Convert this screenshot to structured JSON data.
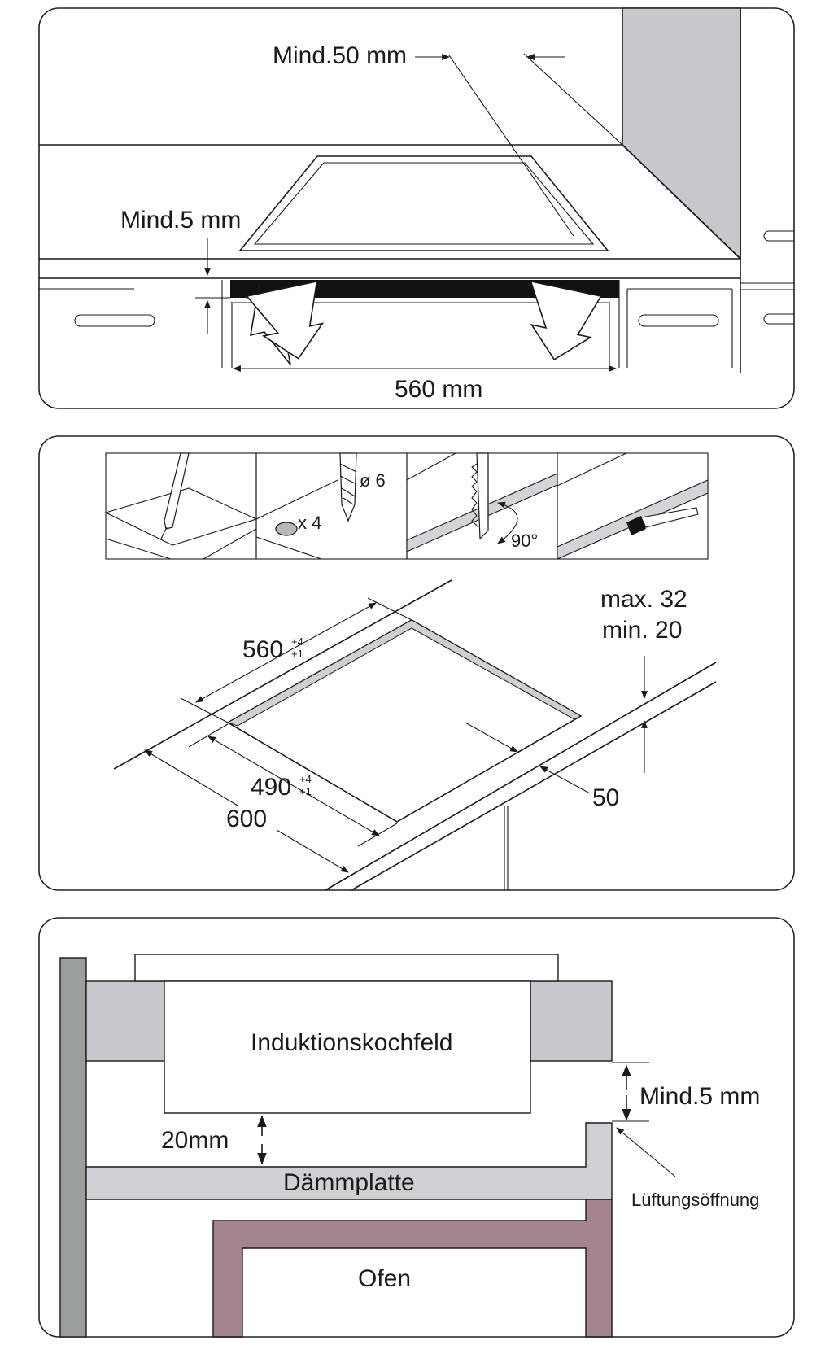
{
  "panel1": {
    "label_min50": "Mind.50 mm",
    "label_min5": "Mind.5 mm",
    "label_560": "560 mm"
  },
  "panel2": {
    "steps": {
      "hole_diameter": "ø 6",
      "hole_count": "x 4",
      "cut_angle": "90°"
    },
    "cutout": {
      "depth_value": "560",
      "depth_tol_upper": "+4",
      "depth_tol_lower": "+1",
      "width_value": "490",
      "width_tol_upper": "+4",
      "width_tol_lower": "+1",
      "worktop_depth": "600",
      "edge_distance": "50",
      "thickness_max": "max. 32",
      "thickness_min": "min. 20"
    }
  },
  "panel3": {
    "label_hob": "Induktionskochfeld",
    "label_gap_min5": "Mind.5 mm",
    "label_20mm": "20mm",
    "label_insulation": "Dämmplatte",
    "label_vent": "Lüftungsöffnung",
    "label_oven": "Ofen"
  },
  "colors": {
    "panel_border": "#222222",
    "wall_grey": "#c8c8cc",
    "dark_post": "#9a9e9c",
    "oven_mauve": "#a3848f",
    "insulation_grey": "#d0d0d4"
  }
}
